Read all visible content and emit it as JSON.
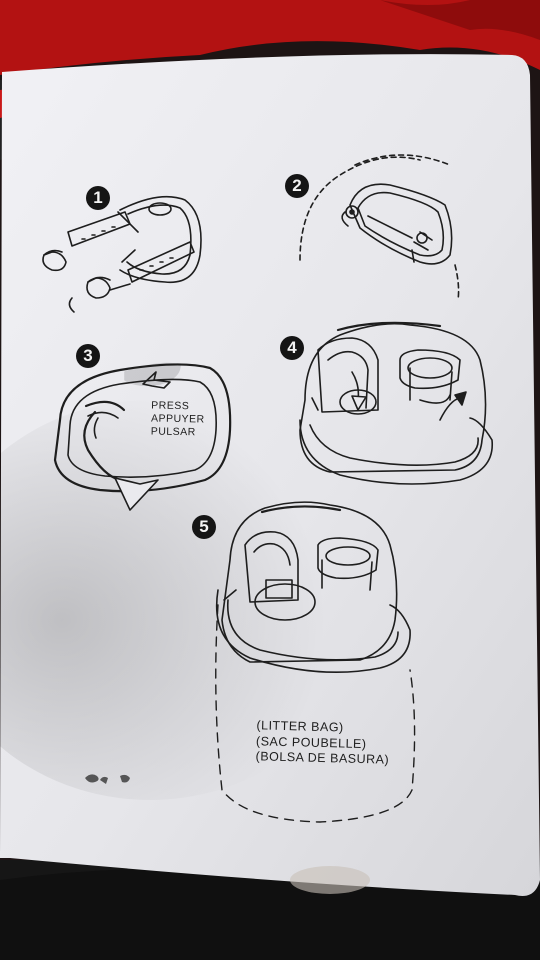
{
  "steps": [
    {
      "number": "1"
    },
    {
      "number": "2"
    },
    {
      "number": "3",
      "label_lines": [
        "PRESS",
        "APPUYER",
        "PULSAR"
      ]
    },
    {
      "number": "4"
    },
    {
      "number": "5",
      "label_lines": [
        "(LITTER BAG)",
        "(SAC POUBELLE)",
        "(BOLSA DE BASURA)"
      ]
    }
  ],
  "colors": {
    "card": "#e9e9ee",
    "ink": "#1e1e1e",
    "background_red": "#b01212",
    "background_dark": "#1a1a1a"
  }
}
